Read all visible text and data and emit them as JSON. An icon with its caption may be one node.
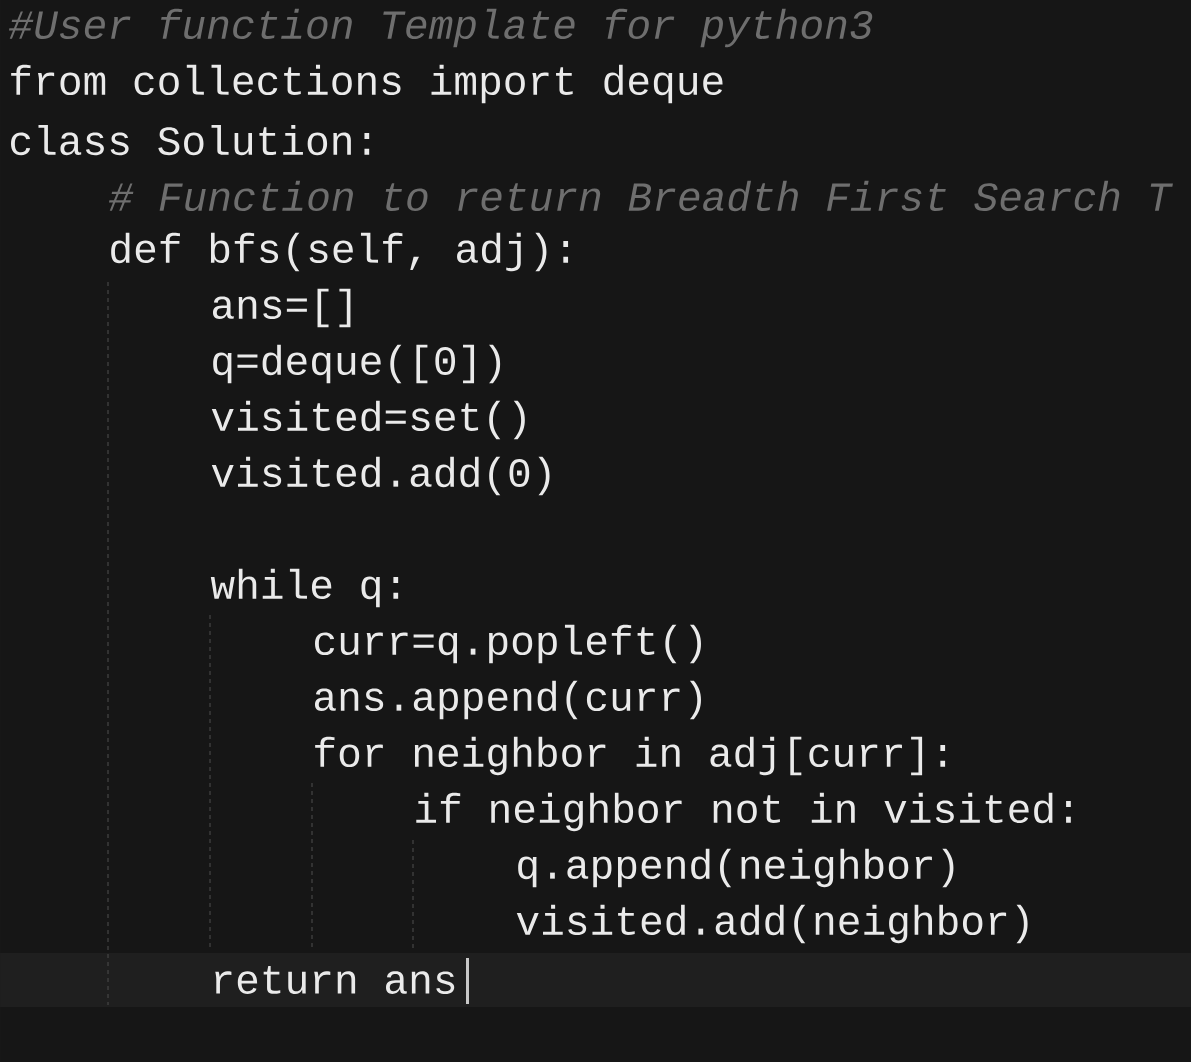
{
  "diagram": {
    "labels": [
      "#User function Template for python3",
      "from collections import deque",
      "class Solution:",
      "# Function to return Breadth First Search T",
      "def bfs(self, adj):",
      "ans=[]",
      "q=deque([0])",
      "visited=set()",
      "visited.add(0)",
      "while q:",
      "curr=q.popleft()",
      "ans.append(curr)",
      "for neighbor in adj[curr]:",
      "if neighbor not in visited:",
      "q.append(neighbor)",
      "visited.add(neighbor)",
      "return ans"
    ]
  }
}
